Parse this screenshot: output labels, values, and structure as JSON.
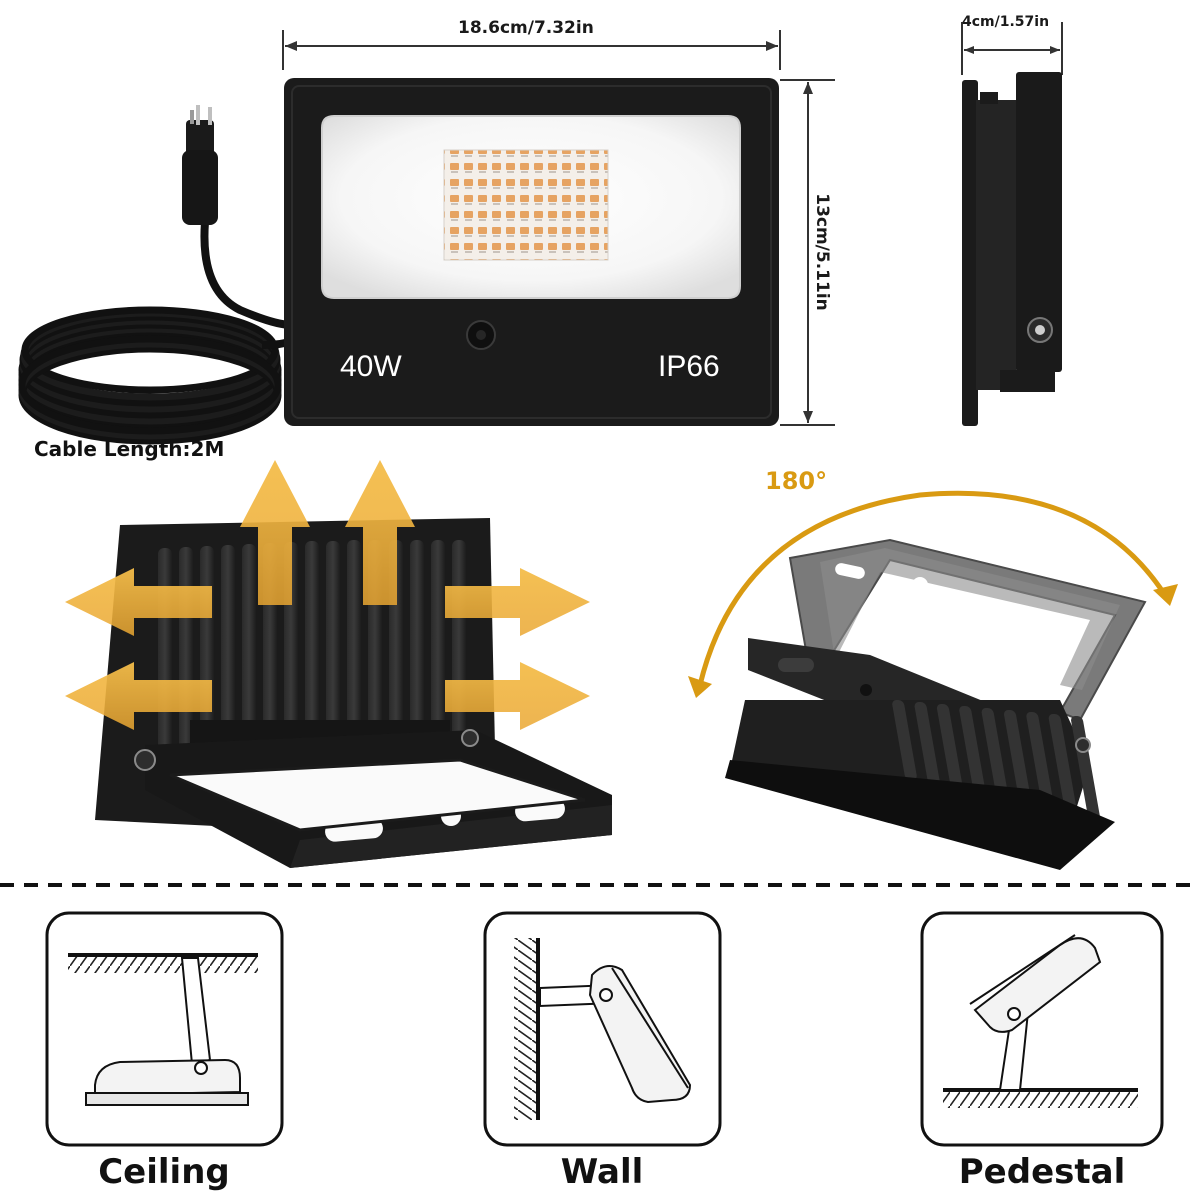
{
  "dimensions": {
    "width": "18.6cm/7.32in",
    "height": "13cm/5.11in",
    "depth": "4cm/1.57in"
  },
  "product": {
    "power": "40W",
    "rating": "IP66",
    "cable": "Cable Length:2M"
  },
  "rotation": {
    "angle": "180°"
  },
  "mounting": {
    "ceiling": "Ceiling",
    "wall": "Wall",
    "pedestal": "Pedestal"
  },
  "colors": {
    "housing": "#1b1b1b",
    "arrow": "#f2b53c",
    "rotation_arc": "#d99a12",
    "bracket": "#6f6f6f",
    "led_warm": "#e8a86a"
  },
  "icons": {
    "plug": "us-plug-icon",
    "heat_arrows": "heat-dissipation-arrow-icon",
    "rotation": "rotation-arc-icon",
    "ceiling_mount": "ceiling-mount-icon",
    "wall_mount": "wall-mount-icon",
    "pedestal_mount": "pedestal-mount-icon"
  }
}
